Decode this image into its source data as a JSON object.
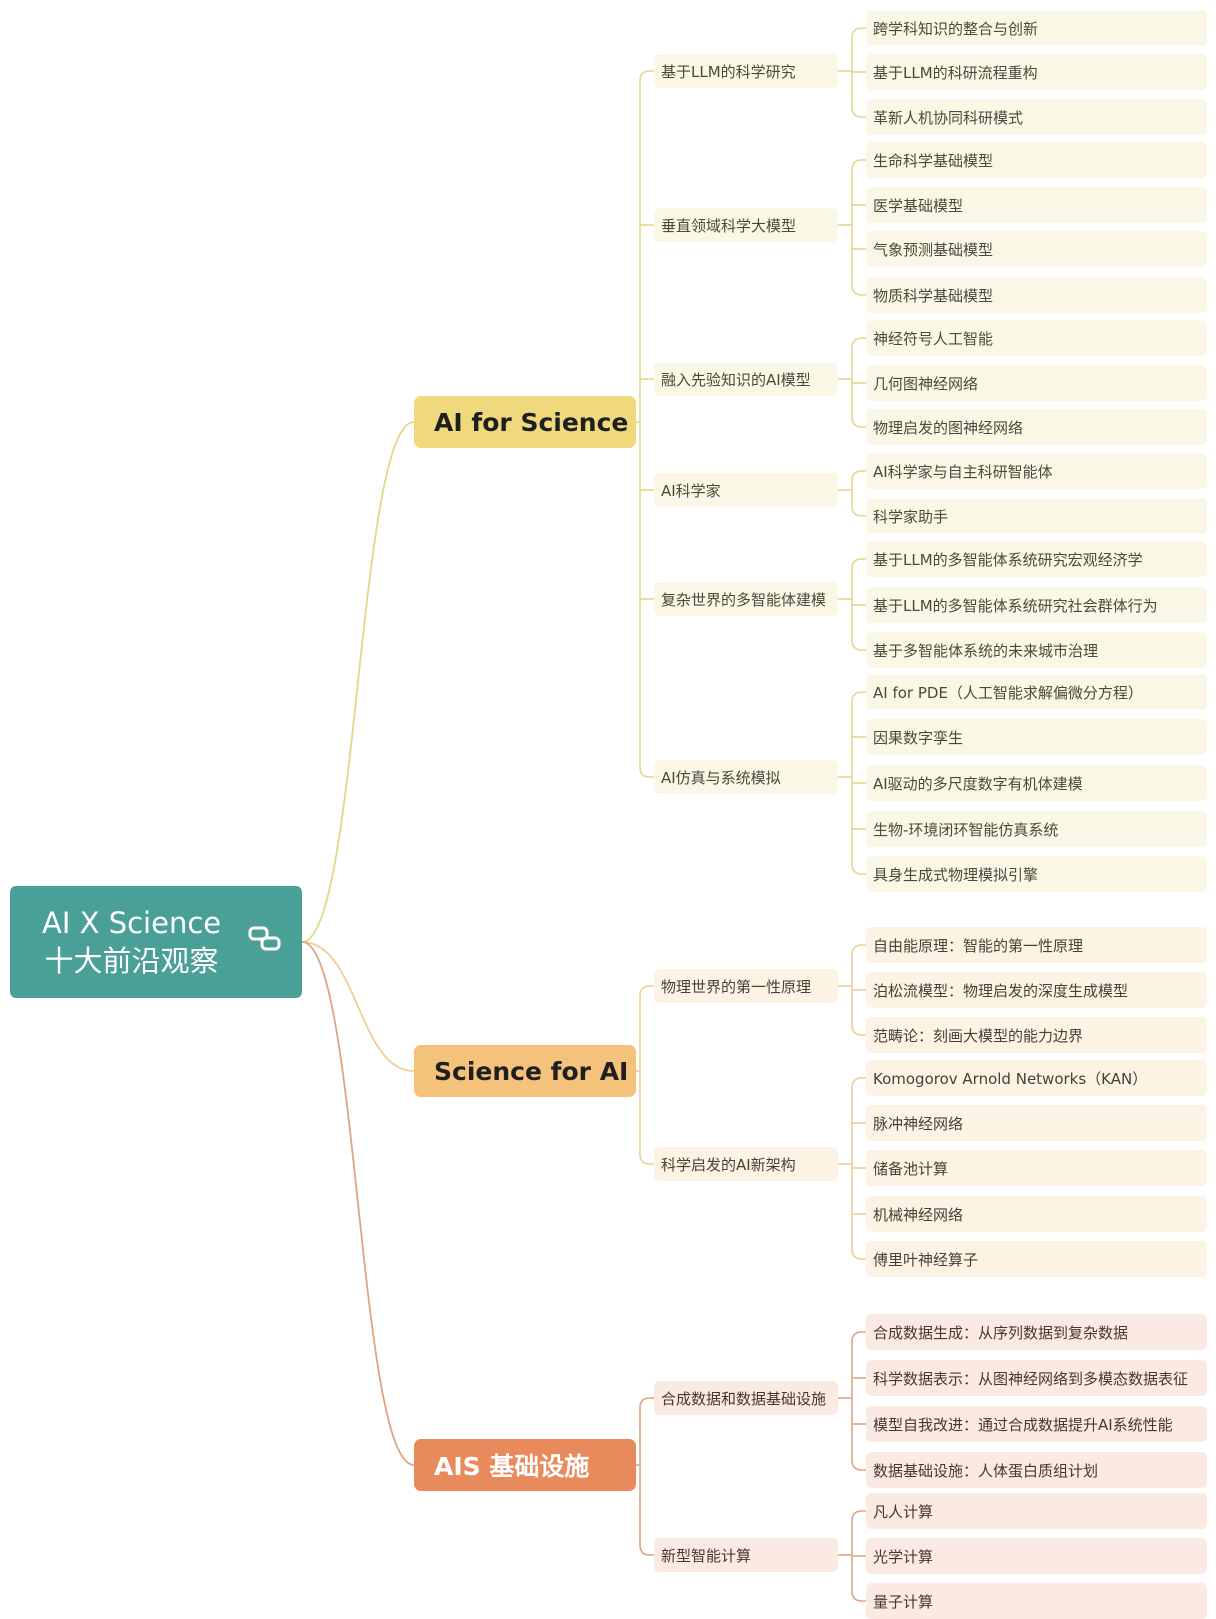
{
  "root": {
    "line1": "AI X Science",
    "line2": "十大前沿观察",
    "icon": "link-icon"
  },
  "colors": {
    "root": "#4a9f97"
  },
  "branches": [
    {
      "label": "AI for Science",
      "fill": "#f0d97c",
      "text": "#1f1f1f",
      "line": "#e3d78c",
      "bg": "#fbf7e6",
      "subtext": "#4a4a3a",
      "children": [
        {
          "label": "基于LLM的科学研究",
          "children": [
            "跨学科知识的整合与创新",
            "基于LLM的科研流程重构",
            "革新人机协同科研模式"
          ]
        },
        {
          "label": "垂直领域科学大模型",
          "children": [
            "生命科学基础模型",
            "医学基础模型",
            "气象预测基础模型",
            "物质科学基础模型"
          ]
        },
        {
          "label": "融入先验知识的AI模型",
          "children": [
            "神经符号人工智能",
            "几何图神经网络",
            "物理启发的图神经网络"
          ]
        },
        {
          "label": "AI科学家",
          "children": [
            "AI科学家与自主科研智能体",
            "科学家助手"
          ]
        },
        {
          "label": "复杂世界的多智能体建模",
          "children": [
            "基于LLM的多智能体系统研究宏观经济学",
            "基于LLM的多智能体系统研究社会群体行为",
            "基于多智能体系统的未来城市治理"
          ]
        },
        {
          "label": "AI仿真与系统模拟",
          "children": [
            "AI for PDE（人工智能求解偏微分方程）",
            "因果数字孪生",
            "AI驱动的多尺度数字有机体建模",
            "生物-环境闭环智能仿真系统",
            "具身生成式物理模拟引擎"
          ]
        }
      ]
    },
    {
      "label": "Science for AI",
      "fill": "#f5c27c",
      "text": "#1f1f1f",
      "line": "#f0cd98",
      "bg": "#fcf3e5",
      "subtext": "#4a3f33",
      "children": [
        {
          "label": "物理世界的第一性原理",
          "children": [
            "自由能原理：智能的第一性原理",
            "泊松流模型：物理启发的深度生成模型",
            "范畴论：刻画大模型的能力边界"
          ]
        },
        {
          "label": "科学启发的AI新架构",
          "children": [
            "Komogorov Arnold Networks（KAN）",
            "脉冲神经网络",
            "储备池计算",
            "机械神经网络",
            "傅里叶神经算子"
          ]
        }
      ]
    },
    {
      "label": "AIS 基础设施",
      "fill": "#e98a5c",
      "text": "#ffffff",
      "line": "#e0a582",
      "bg": "#fbeae2",
      "subtext": "#4a3530",
      "children": [
        {
          "label": "合成数据和数据基础设施",
          "children": [
            "合成数据生成：从序列数据到复杂数据",
            "科学数据表示：从图神经网络到多模态数据表征",
            "模型自我改进：通过合成数据提升AI系统性能",
            "数据基础设施：人体蛋白质组计划"
          ]
        },
        {
          "label": "新型智能计算",
          "children": [
            "凡人计算",
            "光学计算",
            "量子计算"
          ]
        }
      ]
    }
  ]
}
